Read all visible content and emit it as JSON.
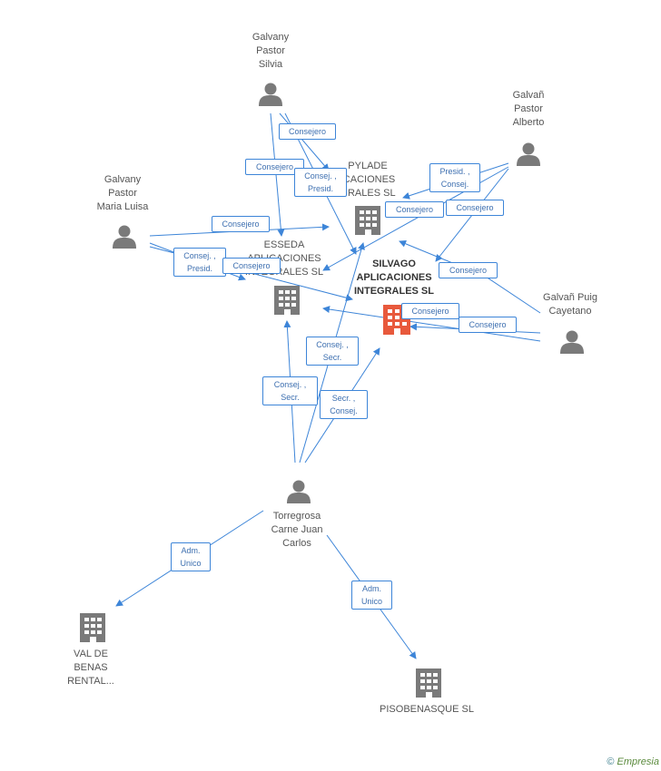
{
  "colors": {
    "edge": "#3d85d8",
    "node": "#7a7a7a",
    "main_node": "#e8593c"
  },
  "nodes": {
    "silvia": {
      "label": "Galvany\nPastor\nSilvia",
      "kind": "person"
    },
    "alberto": {
      "label": "Galvañ\nPastor\nAlberto",
      "kind": "person"
    },
    "maria": {
      "label": "Galvany\nPastor\nMaria Luisa",
      "kind": "person"
    },
    "cayetano": {
      "label": "Galvañ Puig\nCayetano",
      "kind": "person"
    },
    "torregrosa": {
      "label": "Torregrosa\nCarne Juan\nCarlos",
      "kind": "person"
    },
    "pylade": {
      "label": "PYLADE\nICACIONES\nGRALES SL",
      "kind": "company"
    },
    "esseda": {
      "label": "ESSEDA\nAPLICACIONES\nINTEGRALES SL",
      "kind": "company"
    },
    "silvago": {
      "label": "SILVAGO\nAPLICACIONES\nINTEGRALES SL",
      "kind": "main-company"
    },
    "valdebenas": {
      "label": "VAL DE\nBENAS\nRENTAL...",
      "kind": "company"
    },
    "pisobenasque": {
      "label": "PISOBENASQUE SL",
      "kind": "company"
    }
  },
  "edge_labels": {
    "e1": "Consejero",
    "e2": "Consejero",
    "e3": "Consej. ,\nPresid.",
    "e4": "Presid. ,\nConsej.",
    "e5": "Consejero",
    "e6": "Consejero",
    "e7": "Consejero",
    "e8": "Consej. ,\nPresid.",
    "e9": "Consejero",
    "e10": "Consejero",
    "e11": "Consejero",
    "e12": "Consejero",
    "e13": "Consej. ,\nSecr.",
    "e14": "Consej. ,\nSecr.",
    "e15": "Secr. ,\nConsej.",
    "e16": "Adm.\nUnico",
    "e17": "Adm.\nUnico"
  },
  "footer": {
    "copyright": "©",
    "brand": "Empresia"
  }
}
